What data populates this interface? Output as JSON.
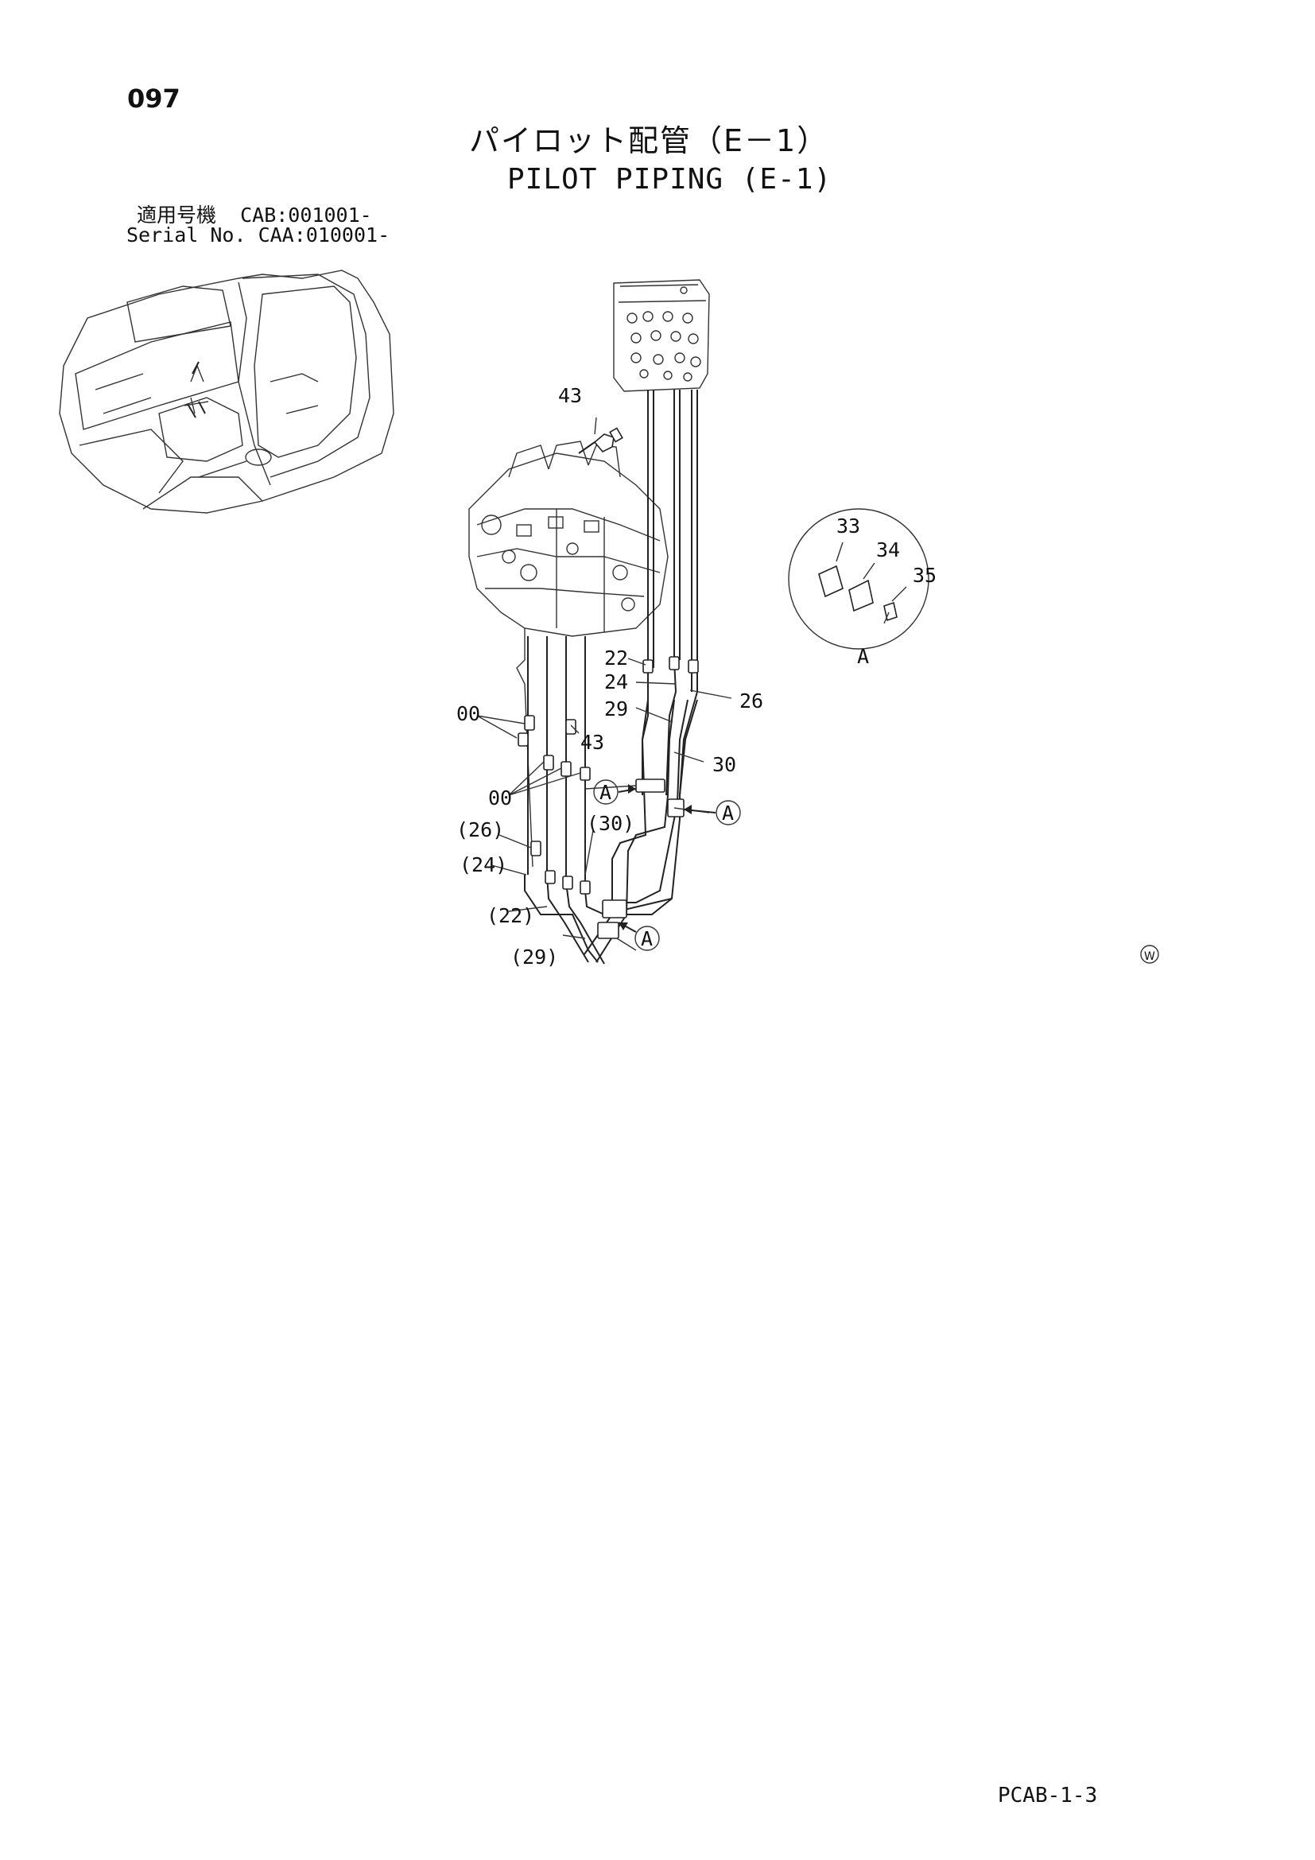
{
  "page": {
    "number": "097",
    "title_jp": "パイロット配管（E－1）",
    "title_en": "PILOT PIPING (E-1)",
    "serial_line_1": "適用号機  CAB:001001-",
    "serial_line_2": "Serial No. CAA:010001-",
    "footer_code": "PCAB-1-3"
  },
  "callouts": {
    "c43a": "43",
    "c43b": "43",
    "c00a": "00",
    "c00b": "00",
    "c22": "22",
    "c24": "24",
    "c26": "26",
    "c29": "29",
    "c30": "30",
    "c26p": "(26)",
    "c24p": "(24)",
    "c22p": "(22)",
    "c29p": "(29)",
    "c30p": "(30)",
    "c33": "33",
    "c34": "34",
    "c35": "35",
    "detailA": "A",
    "refA1": "A",
    "refA2": "A",
    "refA3": "A",
    "mark_w": "W"
  }
}
